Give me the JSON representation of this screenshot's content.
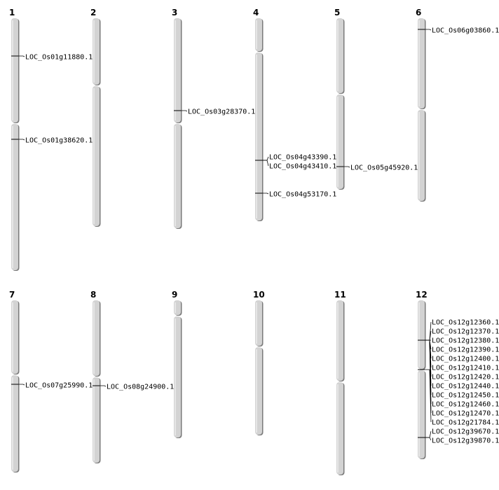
{
  "chromosomes": [
    {
      "name": "1",
      "genes": [
        "LOC_Os01g11880.1",
        "LOC_Os01g38620.1"
      ]
    },
    {
      "name": "2",
      "genes": []
    },
    {
      "name": "3",
      "genes": [
        "LOC_Os03g28370.1"
      ]
    },
    {
      "name": "4",
      "genes": [
        "LOC_Os04g43390.1",
        "LOC_Os04g43410.1",
        "LOC_Os04g53170.1"
      ]
    },
    {
      "name": "5",
      "genes": [
        "LOC_Os05g45920.1"
      ]
    },
    {
      "name": "6",
      "genes": [
        "LOC_Os06g03860.1"
      ]
    },
    {
      "name": "7",
      "genes": [
        "LOC_Os07g25990.1"
      ]
    },
    {
      "name": "8",
      "genes": [
        "LOC_Os08g24900.1"
      ]
    },
    {
      "name": "9",
      "genes": []
    },
    {
      "name": "10",
      "genes": []
    },
    {
      "name": "11",
      "genes": []
    },
    {
      "name": "12",
      "genes": [
        "LOC_Os12g12360.1",
        "LOC_Os12g12370.1",
        "LOC_Os12g12380.1",
        "LOC_Os12g12390.1",
        "LOC_Os12g12400.1",
        "LOC_Os12g12410.1",
        "LOC_Os12g12420.1",
        "LOC_Os12g12440.1",
        "LOC_Os12g12450.1",
        "LOC_Os12g12460.1",
        "LOC_Os12g12470.1",
        "LOC_Os12g21784.1",
        "LOC_Os12g39670.1",
        "LOC_Os12g39870.1"
      ]
    }
  ],
  "colors": {
    "chromosome": "#d3d3d3",
    "shadow": "#7a7a7a",
    "marker": "#000000"
  }
}
